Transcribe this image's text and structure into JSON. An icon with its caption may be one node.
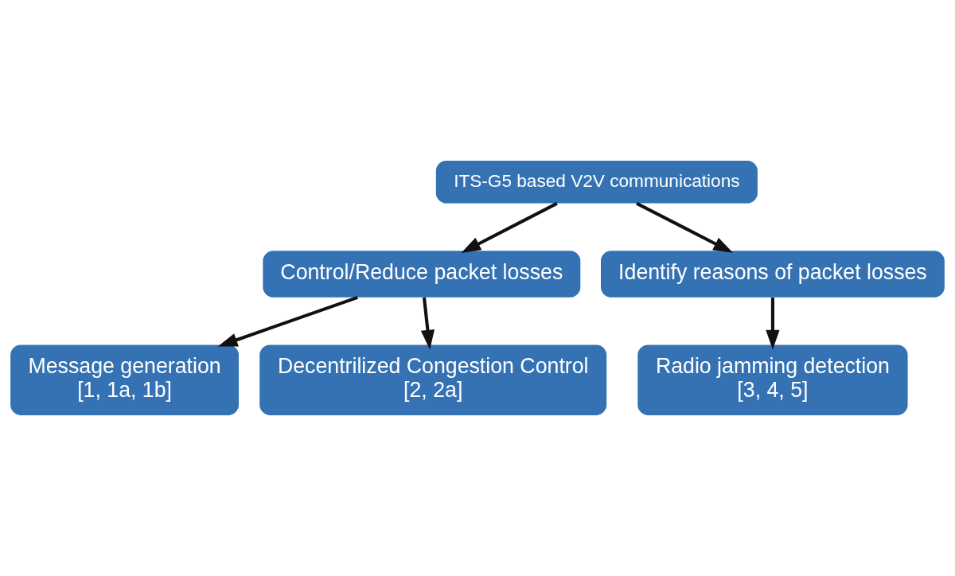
{
  "diagram": {
    "nodes": [
      {
        "text": [
          "ITS-G5 based V2V communications"
        ]
      },
      {
        "text": [
          "Control/Reduce packet losses"
        ]
      },
      {
        "text": [
          "Identify reasons of packet losses"
        ]
      },
      {
        "text": [
          "Message generation",
          "[1, 1a, 1b]"
        ]
      },
      {
        "text": [
          "Decentrilized Congestion Control",
          "[2, 2a]"
        ]
      },
      {
        "text": [
          "Radio jamming detection",
          "[3, 4, 5]"
        ]
      }
    ],
    "edges": [
      {
        "from": 0,
        "to": 1,
        "arrow": "to"
      },
      {
        "from": 0,
        "to": 2,
        "arrow": "to"
      },
      {
        "from": 1,
        "to": 3,
        "arrow": "to"
      },
      {
        "from": 1,
        "to": 4,
        "arrow": "to"
      },
      {
        "from": 2,
        "to": 5,
        "arrow": "to"
      }
    ]
  }
}
